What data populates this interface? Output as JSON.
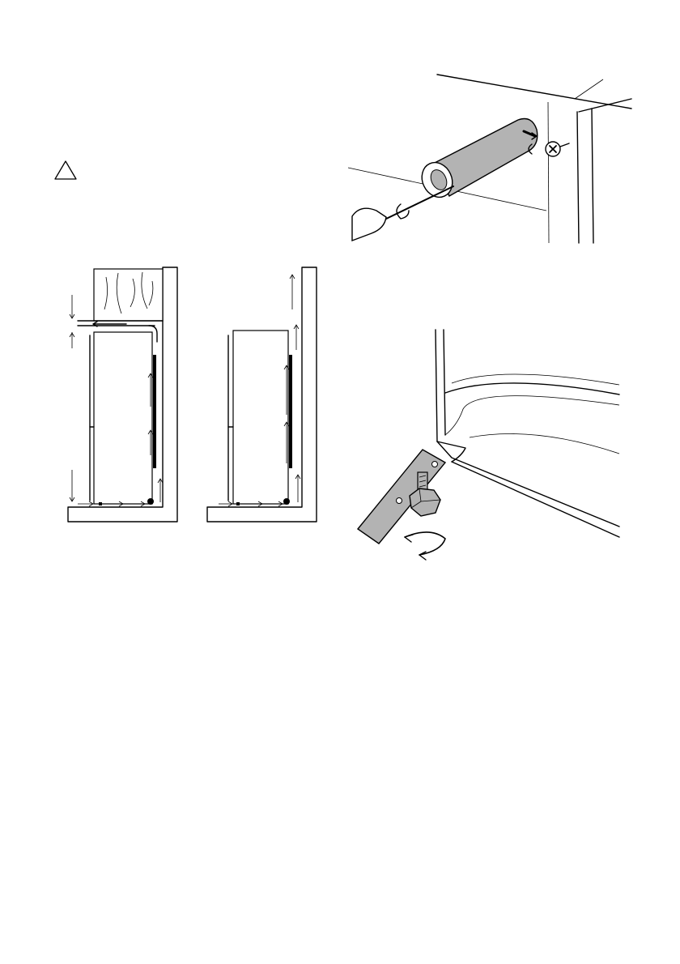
{
  "page": {
    "background": "#ffffff",
    "line_color": "#000000",
    "shade_color": "#b3b3b3"
  },
  "warning": {
    "icon": "warning-triangle-icon",
    "symbol": "!"
  },
  "figures": [
    {
      "id": "ventilation-diagram-built-under-cabinet",
      "icon": "airflow-arrows"
    },
    {
      "id": "ventilation-diagram-freestanding",
      "icon": "airflow-arrows"
    },
    {
      "id": "remove-spacer-with-screwdriver",
      "icon": "screwdriver-icon"
    },
    {
      "id": "adjust-foot-with-wrench",
      "icon": "wrench-icon"
    }
  ]
}
